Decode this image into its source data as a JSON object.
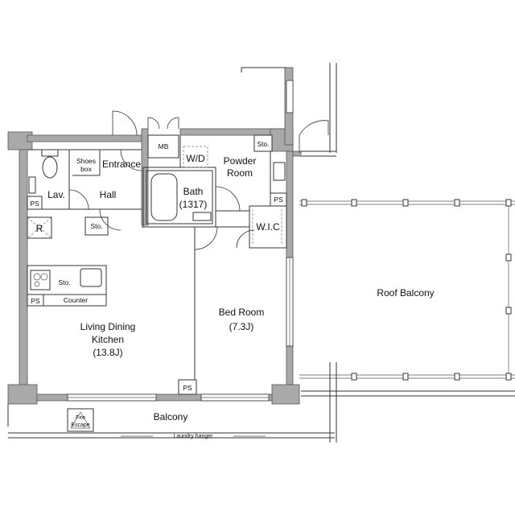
{
  "rooms": {
    "ldk_line1": "Living Dining",
    "ldk_line2": "Kitchen",
    "ldk_line3": "(13.8J)",
    "bed_line1": "Bed Room",
    "bed_line2": "(7.3J)",
    "roof_balcony": "Roof Balcony",
    "balcony": "Balcony",
    "powder_line1": "Powder",
    "powder_line2": "Room",
    "bath_line1": "Bath",
    "bath_line2": "(1317)",
    "lav": "Lav.",
    "hall": "Hall",
    "entrance": "Entrance",
    "wic": "W.I.C"
  },
  "fixtures": {
    "shoes_line1": "Shoes",
    "shoes_line2": "box",
    "mb": "MB",
    "wd": "W/D",
    "sto": "Sto.",
    "ps": "PS",
    "refrigerator": "R",
    "counter": "Counter",
    "fire_escape_line1": "Fire",
    "fire_escape_line2": "Escape",
    "laundry_hanger": "Laundry hanger"
  }
}
